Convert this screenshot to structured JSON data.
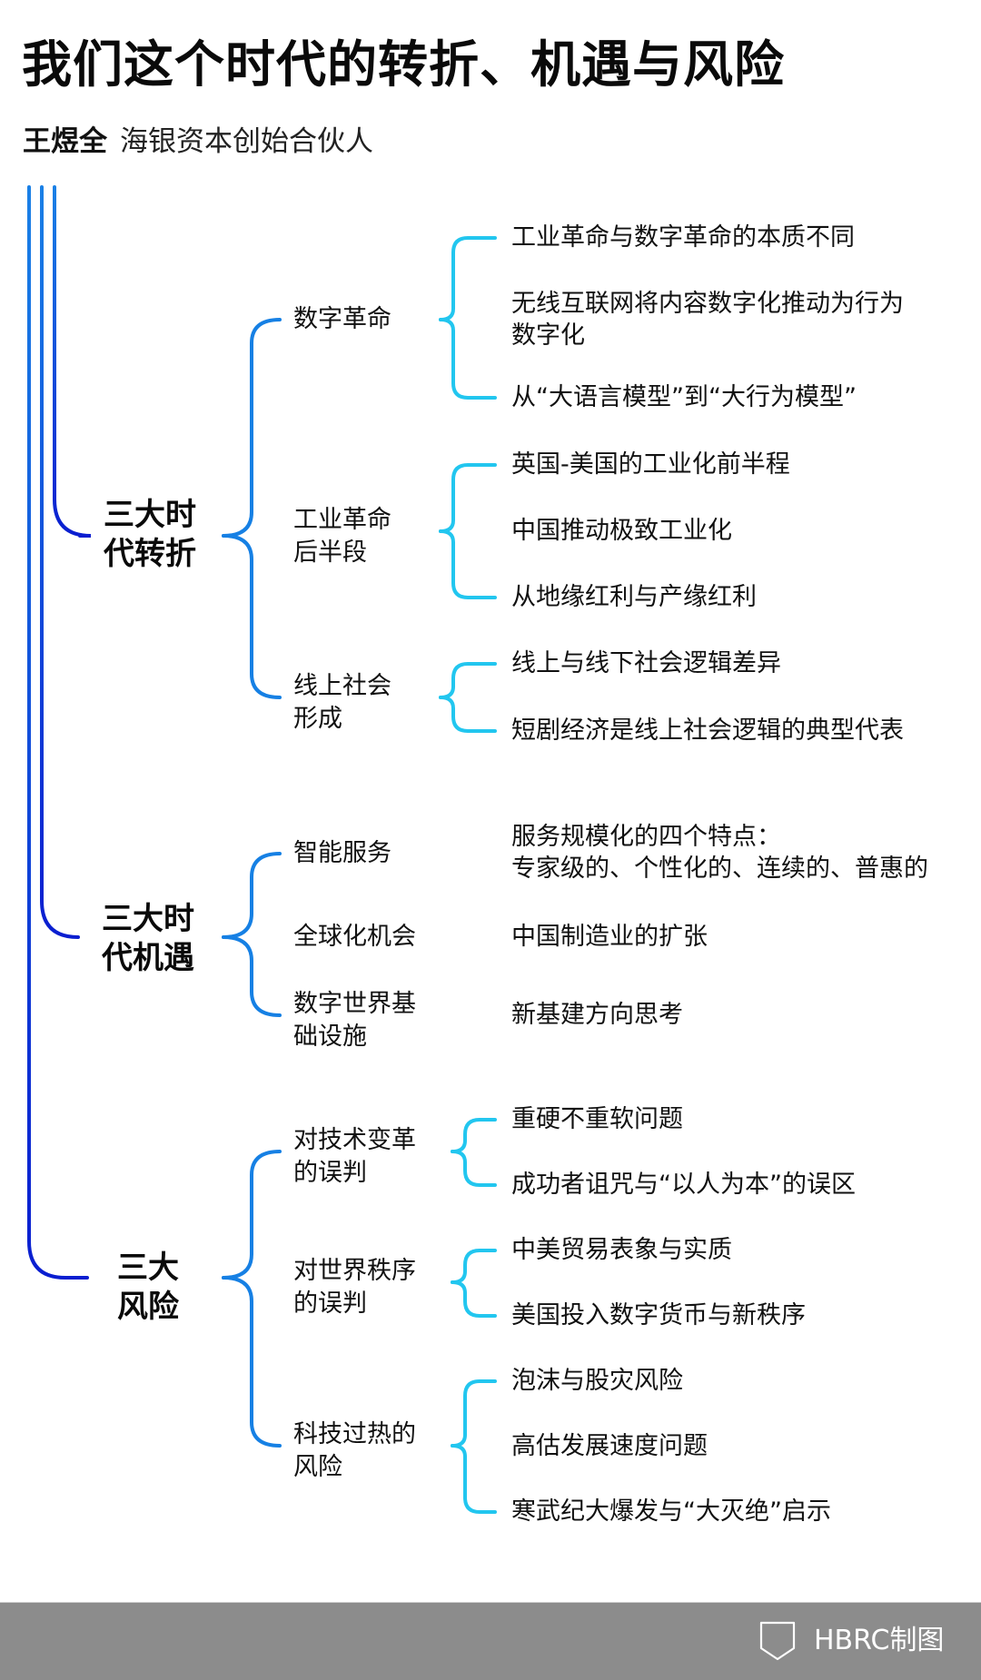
{
  "title": "我们这个时代的转折、机遇与风险",
  "byline": {
    "name": "王煜全",
    "role": "海银资本创始合伙人"
  },
  "colors": {
    "deep_blue": "#0a1ed0",
    "mid_blue": "#1a7ee0",
    "cyan": "#22c6ef",
    "footer_bg": "#8c8c8c"
  },
  "mindmap": {
    "sections": [
      {
        "label": "三大时\n代转折",
        "children": [
          {
            "label": "数字革命",
            "items": [
              "工业革命与数字革命的本质不同",
              "无线互联网将内容数字化推动为行为\n数字化",
              "从“大语言模型”到“大行为模型”"
            ]
          },
          {
            "label": "工业革命\n后半段",
            "items": [
              "英国-美国的工业化前半程",
              "中国推动极致工业化",
              "从地缘红利与产缘红利"
            ]
          },
          {
            "label": "线上社会\n形成",
            "items": [
              "线上与线下社会逻辑差异",
              "短剧经济是线上社会逻辑的典型代表"
            ]
          }
        ]
      },
      {
        "label": "三大时\n代机遇",
        "children": [
          {
            "label": "智能服务",
            "items": [
              "服务规模化的四个特点：\n专家级的、个性化的、连续的、普惠的"
            ]
          },
          {
            "label": "全球化机会",
            "items": [
              "中国制造业的扩张"
            ]
          },
          {
            "label": "数字世界基\n础设施",
            "items": [
              "新基建方向思考"
            ]
          }
        ]
      },
      {
        "label": "三大\n风险",
        "children": [
          {
            "label": "对技术变革\n的误判",
            "items": [
              "重硬不重软问题",
              "成功者诅咒与“以人为本”的误区"
            ]
          },
          {
            "label": "对世界秩序\n的误判",
            "items": [
              "中美贸易表象与实质",
              "美国投入数字货币与新秩序"
            ]
          },
          {
            "label": "科技过热的\n风险",
            "items": [
              "泡沫与股灾风险",
              "高估发展速度问题",
              "寒武纪大爆发与“大灭绝”启示"
            ]
          }
        ]
      }
    ]
  },
  "footer": {
    "brand": "HBRC制图",
    "icon": "shield-icon"
  }
}
